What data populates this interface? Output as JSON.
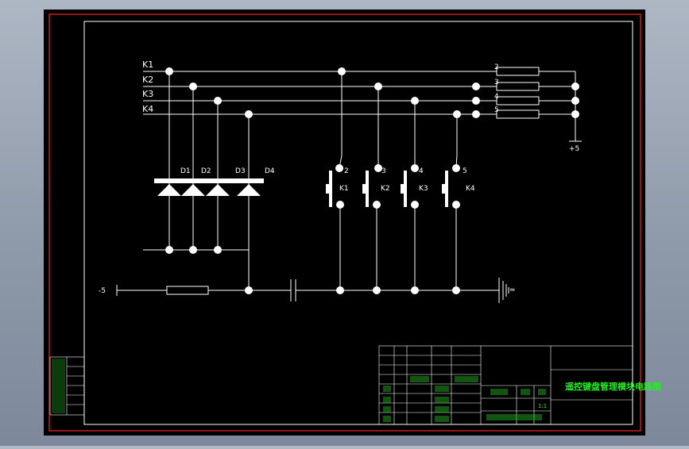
{
  "diagram": {
    "bus_labels": [
      "K1",
      "K2",
      "K3",
      "K4"
    ],
    "diode_labels": [
      "D1",
      "D2",
      "D3",
      "D4"
    ],
    "key_numbers": [
      "2",
      "3",
      "4",
      "5"
    ],
    "key_labels": [
      "K1",
      "K2",
      "K3",
      "K4"
    ],
    "resistor_numbers": [
      "2",
      "3",
      "4",
      "5"
    ],
    "supply_plus": "+5",
    "supply_minus": "-5"
  },
  "title_block": {
    "drawing_title": "遥控键盘管理模块电路图",
    "scale": "1:1"
  },
  "colors": {
    "canvas": "#000000",
    "frame_red": "#c81e1e",
    "wire": "#ffffff",
    "title_text": "#22ee22"
  }
}
